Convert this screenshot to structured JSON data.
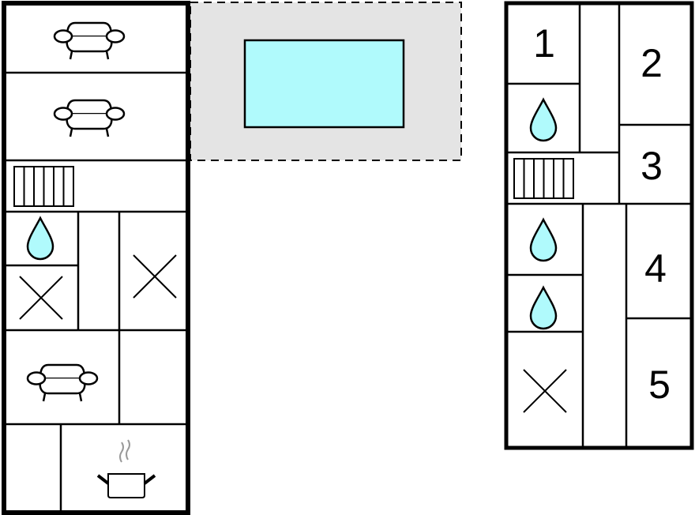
{
  "title": "Floor plan",
  "colors": {
    "wall": "#000000",
    "terrace": "#e4e4e4",
    "pool": "#b0fafc",
    "water": "#b0fafc"
  },
  "icons": [
    "sofa-icon",
    "radiator-icon",
    "water-drop-icon",
    "bed-cross-icon",
    "cooking-pot-icon"
  ],
  "room_numbers": [
    "1",
    "2",
    "3",
    "4",
    "5"
  ]
}
